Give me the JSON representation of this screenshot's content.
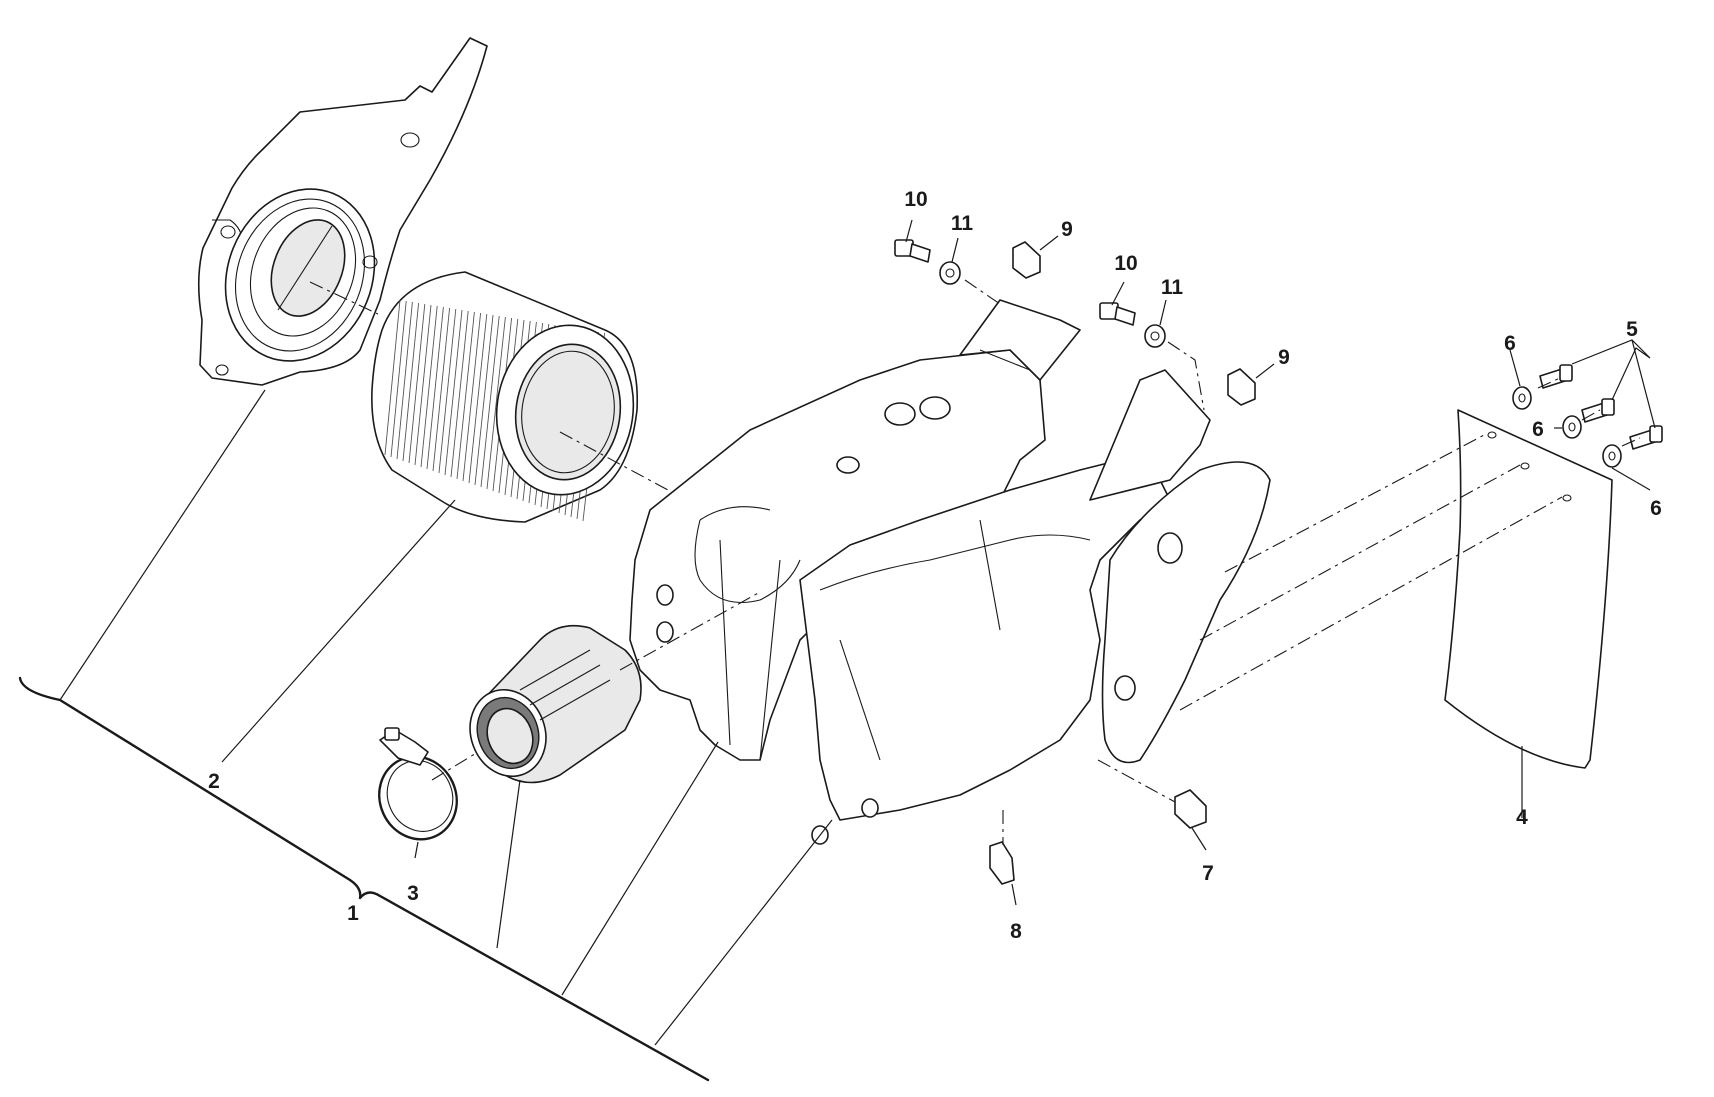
{
  "callouts": {
    "c1": "1",
    "c2": "2",
    "c3": "3",
    "c4": "4",
    "c5": "5",
    "c6a": "6",
    "c6b": "6",
    "c6c": "6",
    "c7": "7",
    "c8": "8",
    "c9a": "9",
    "c9b": "9",
    "c10a": "10",
    "c10b": "10",
    "c11a": "11",
    "c11b": "11"
  }
}
